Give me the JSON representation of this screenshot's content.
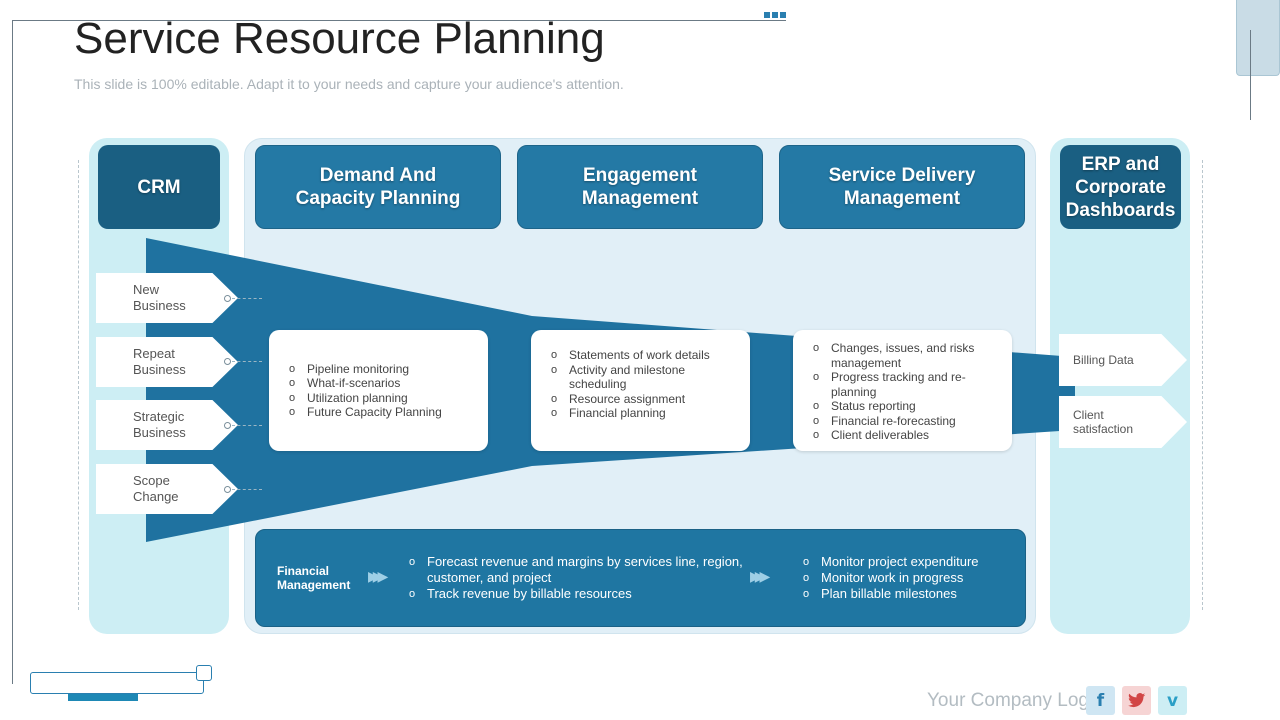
{
  "title": "Service Resource Planning",
  "subtitle": "This slide is 100% editable. Adapt it to your needs and capture your audience's attention.",
  "headers": {
    "crm": "CRM",
    "demand": "Demand And Capacity Planning",
    "engagement": "Engagement Management",
    "service": "Service Delivery Management",
    "erp": "ERP and Corporate Dashboards"
  },
  "crm_inputs": [
    {
      "line1": "New",
      "line2": "Business"
    },
    {
      "line1": "Repeat",
      "line2": "Business"
    },
    {
      "line1": "Strategic",
      "line2": "Business"
    },
    {
      "line1": "Scope",
      "line2": "Change"
    }
  ],
  "demand_items": [
    "Pipeline monitoring",
    "What-if-scenarios",
    "Utilization planning",
    "Future Capacity Planning"
  ],
  "engagement_items": [
    "Statements of work details",
    "Activity and milestone scheduling",
    "Resource assignment",
    "Financial planning"
  ],
  "service_items": [
    "Changes, issues, and risks management",
    "Progress tracking and re-planning",
    "Status reporting",
    "Financial re-forecasting",
    "Client deliverables"
  ],
  "erp_outputs": [
    "Billing Data",
    "Client satisfaction"
  ],
  "financial": {
    "label_line1": "Financial",
    "label_line2": "Management",
    "group1": [
      "Forecast revenue  and margins by services line, region, customer, and project",
      "Track revenue  by billable resources"
    ],
    "group2": [
      "Monitor project expenditure",
      "Monitor work in progress",
      "Plan billable milestones"
    ]
  },
  "footer": {
    "logo_text": "Your Company Logo",
    "icons": [
      "facebook-icon",
      "twitter-icon",
      "vimeo-icon"
    ]
  },
  "colors": {
    "dark_header": "#1a5f82",
    "header": "#2479a5",
    "panel_light": "#cdeef4",
    "panel_mid": "#e1eff7",
    "funnel": "#1f72a0"
  }
}
